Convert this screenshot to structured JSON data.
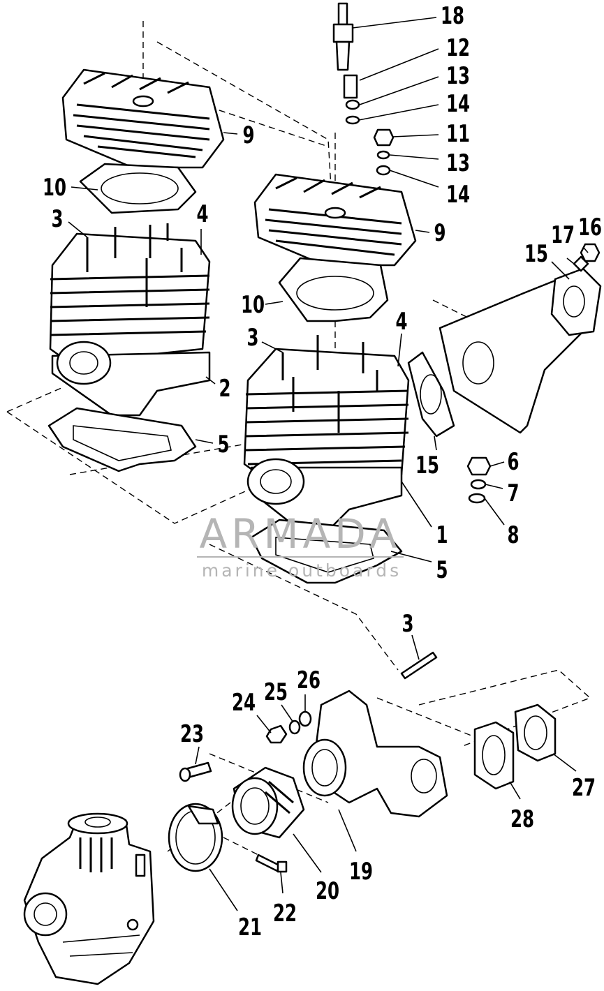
{
  "callouts": [
    {
      "id": "c18",
      "label": "18"
    },
    {
      "id": "c12",
      "label": "12"
    },
    {
      "id": "c13a",
      "label": "13"
    },
    {
      "id": "c14a",
      "label": "14"
    },
    {
      "id": "c11",
      "label": "11"
    },
    {
      "id": "c13b",
      "label": "13"
    },
    {
      "id": "c14b",
      "label": "14"
    },
    {
      "id": "c9a",
      "label": "9"
    },
    {
      "id": "c10a",
      "label": "10"
    },
    {
      "id": "c3a",
      "label": "3"
    },
    {
      "id": "c4a",
      "label": "4"
    },
    {
      "id": "c9b",
      "label": "9"
    },
    {
      "id": "c15a",
      "label": "15"
    },
    {
      "id": "c17",
      "label": "17"
    },
    {
      "id": "c16",
      "label": "16"
    },
    {
      "id": "c10b",
      "label": "10"
    },
    {
      "id": "c3b",
      "label": "3"
    },
    {
      "id": "c4b",
      "label": "4"
    },
    {
      "id": "c2",
      "label": "2"
    },
    {
      "id": "c5a",
      "label": "5"
    },
    {
      "id": "c15b",
      "label": "15"
    },
    {
      "id": "c6",
      "label": "6"
    },
    {
      "id": "c7",
      "label": "7"
    },
    {
      "id": "c8",
      "label": "8"
    },
    {
      "id": "c1",
      "label": "1"
    },
    {
      "id": "c5b",
      "label": "5"
    },
    {
      "id": "c3c",
      "label": "3"
    },
    {
      "id": "c24",
      "label": "24"
    },
    {
      "id": "c25",
      "label": "25"
    },
    {
      "id": "c26",
      "label": "26"
    },
    {
      "id": "c23",
      "label": "23"
    },
    {
      "id": "c27",
      "label": "27"
    },
    {
      "id": "c28",
      "label": "28"
    },
    {
      "id": "c19",
      "label": "19"
    },
    {
      "id": "c20",
      "label": "20"
    },
    {
      "id": "c21",
      "label": "21"
    },
    {
      "id": "c22",
      "label": "22"
    }
  ],
  "watermark": {
    "name": "ARMADA",
    "tagline": "marine outboards",
    "color": "#b5b5b5",
    "logo_color": "#d98ab8"
  }
}
